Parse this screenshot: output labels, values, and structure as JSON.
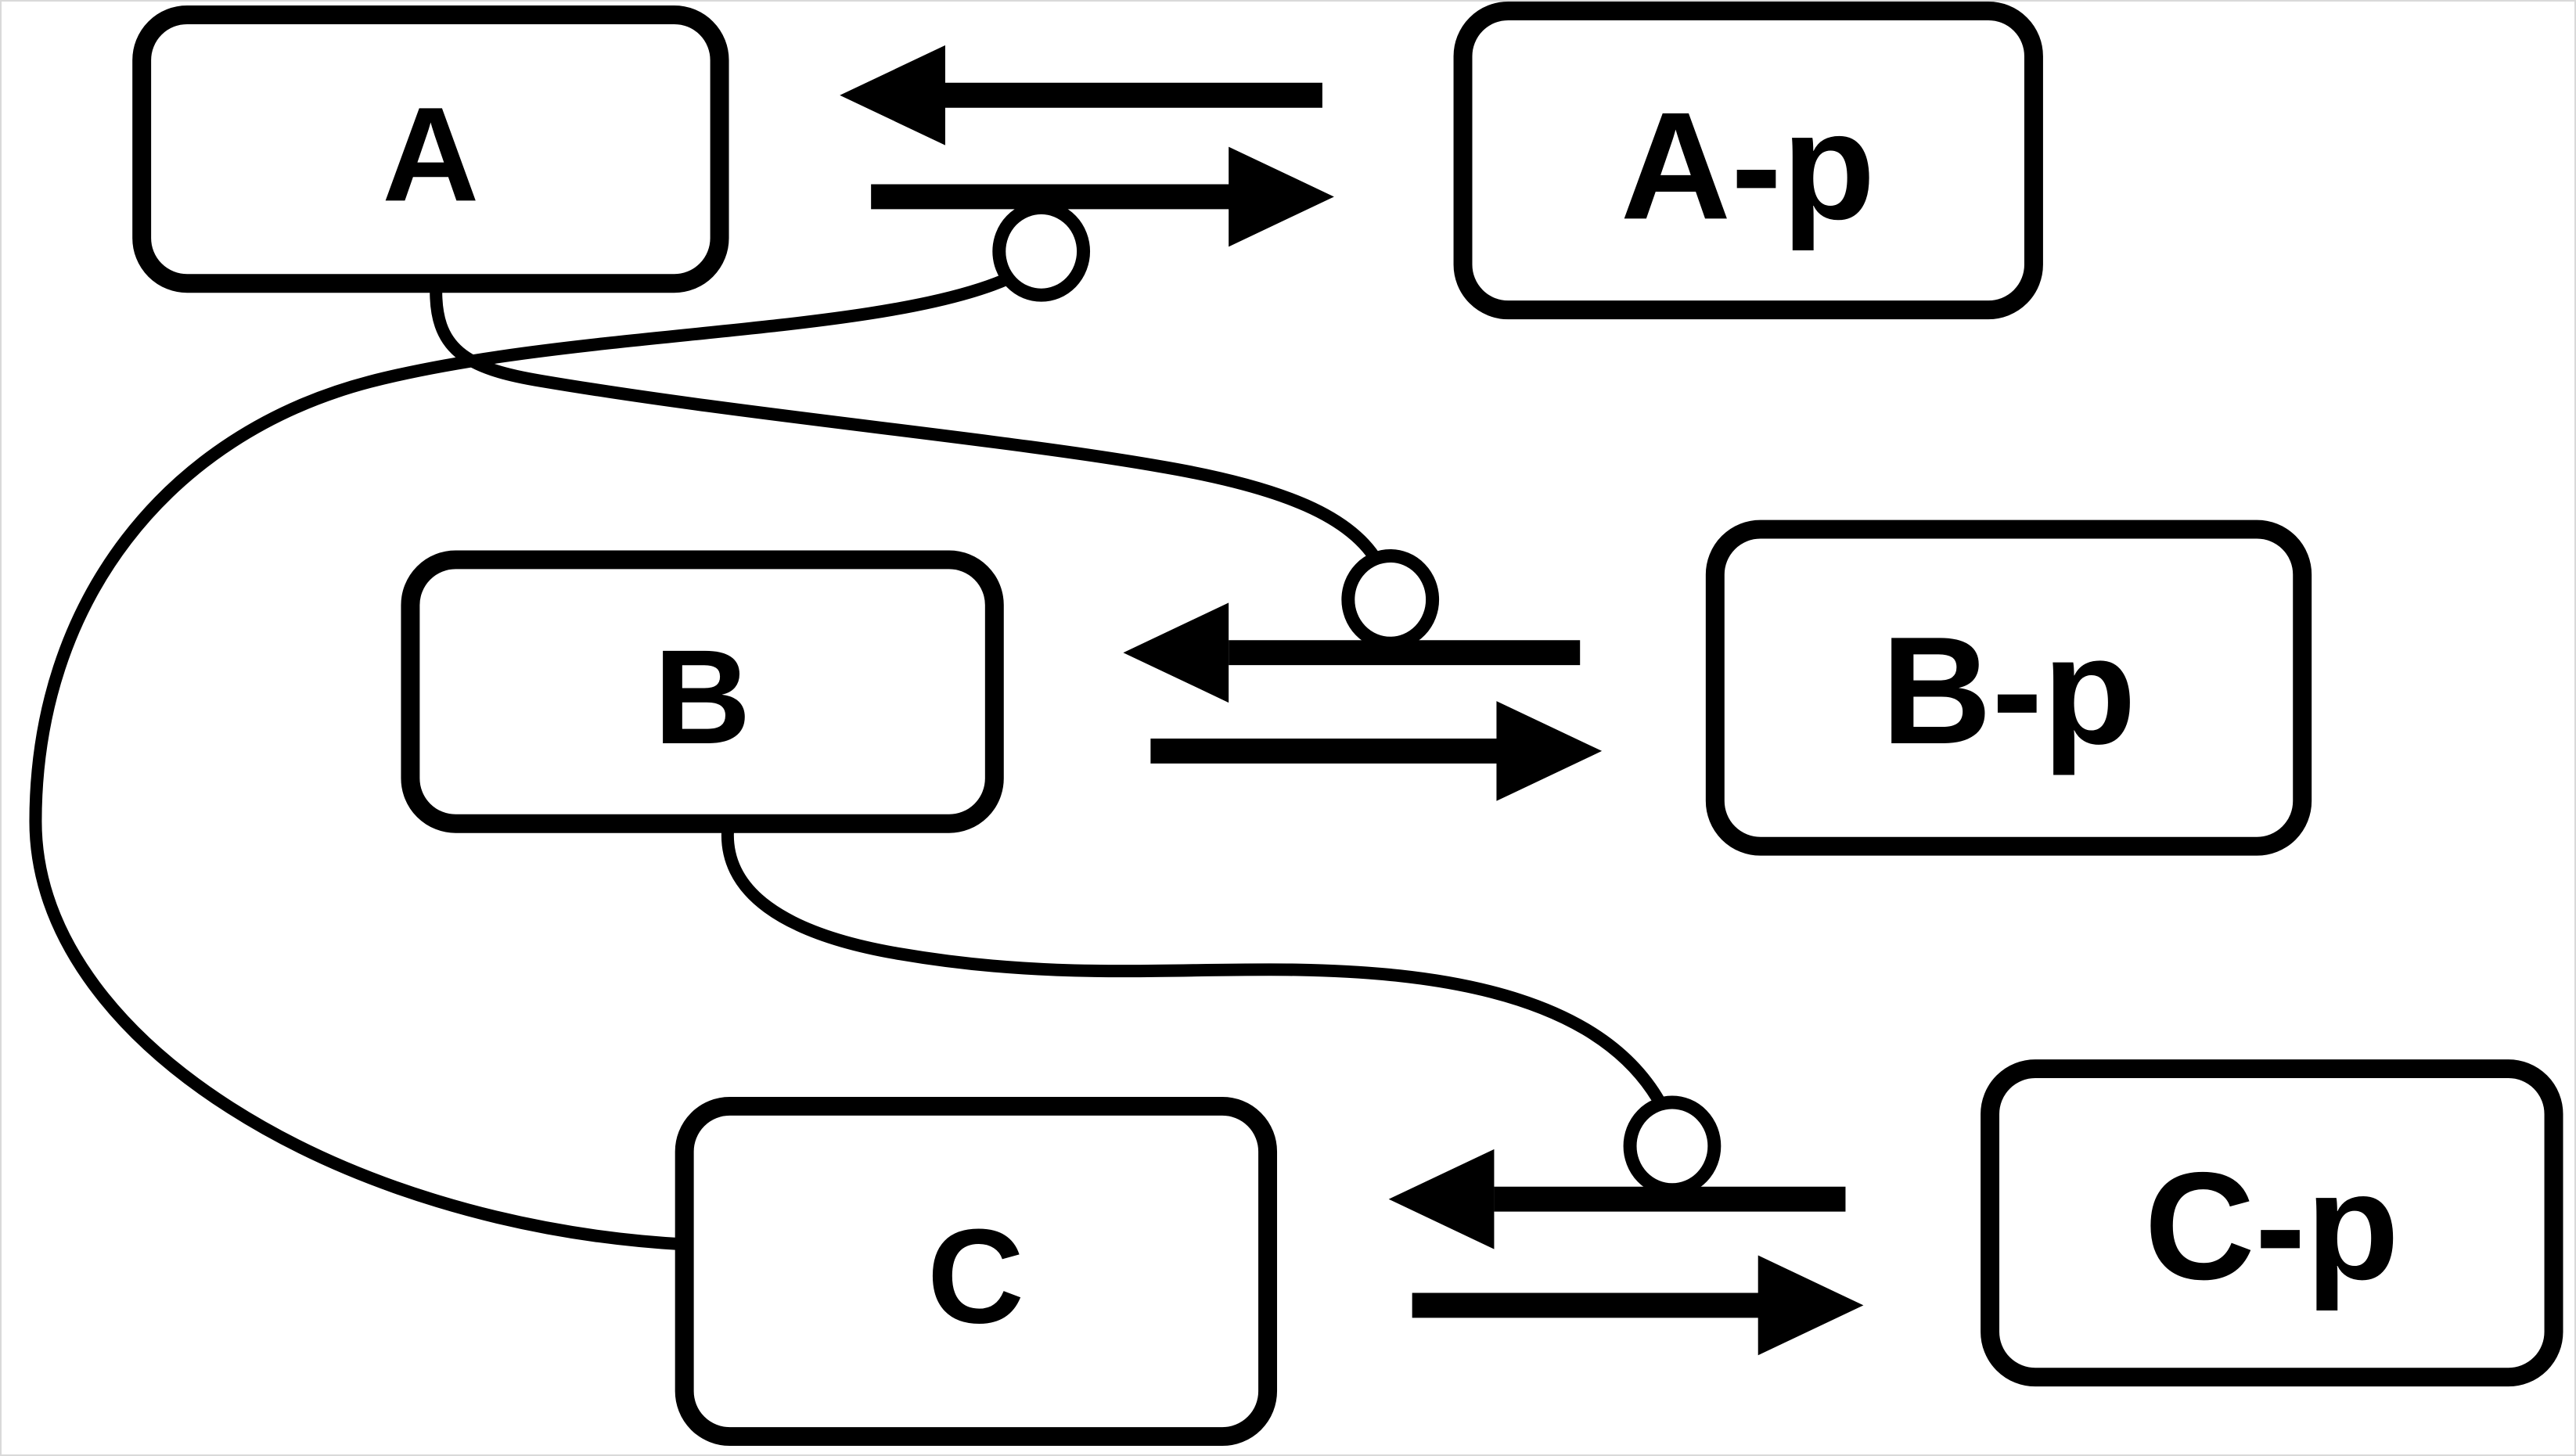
{
  "diagram": {
    "colors": {
      "ink": "#000000",
      "background": "#ffffff",
      "frame": "#d9d9d9"
    },
    "nodes": [
      {
        "id": "A",
        "label": "A"
      },
      {
        "id": "A-p",
        "label": "A-p"
      },
      {
        "id": "B",
        "label": "B"
      },
      {
        "id": "B-p",
        "label": "B-p"
      },
      {
        "id": "C",
        "label": "C"
      },
      {
        "id": "C-p",
        "label": "C-p"
      }
    ],
    "reactions": [
      {
        "id": "A-cycle",
        "left": "A",
        "right": "A-p",
        "reverse_arrow": "A-p to A",
        "forward_arrow": "A to A-p"
      },
      {
        "id": "B-cycle",
        "left": "B",
        "right": "B-p",
        "reverse_arrow": "B-p to B",
        "forward_arrow": "B to B-p"
      },
      {
        "id": "C-cycle",
        "left": "C",
        "right": "C-p",
        "reverse_arrow": "C-p to C",
        "forward_arrow": "C to C-p"
      }
    ],
    "catalysis_links": [
      {
        "catalyst": "C",
        "attaches_to": "forward arrow of A-cycle",
        "marker": "open-circle"
      },
      {
        "catalyst": "A",
        "attaches_to": "reverse arrow of B-cycle",
        "marker": "open-circle"
      },
      {
        "catalyst": "B",
        "attaches_to": "reverse arrow of C-cycle",
        "marker": "open-circle"
      }
    ]
  }
}
